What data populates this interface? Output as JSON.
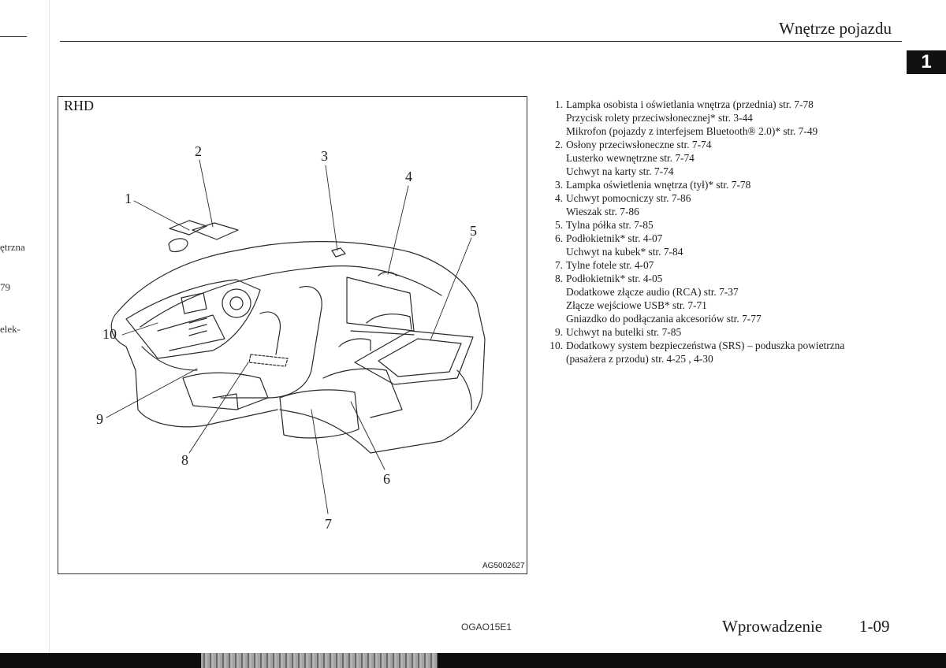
{
  "previous_page": {
    "fragments": [
      "ętrzna",
      "79",
      "elek-"
    ]
  },
  "header": {
    "title": "Wnętrze pojazdu"
  },
  "chapter_tab": "1",
  "figure": {
    "region_label": "RHD",
    "code": "AG5002627",
    "callouts": [
      "1",
      "2",
      "3",
      "4",
      "5",
      "6",
      "7",
      "8",
      "9",
      "10"
    ]
  },
  "legend": [
    {
      "num": "1.",
      "lines": [
        "Lampka osobista i oświetlania wnętrza (przednia) str. 7-78",
        "Przycisk rolety przeciwsłonecznej* str. 3-44",
        "Mikrofon (pojazdy z interfejsem Bluetooth® 2.0)* str. 7-49"
      ]
    },
    {
      "num": "2.",
      "lines": [
        "Osłony przeciwsłoneczne str. 7-74",
        "Lusterko wewnętrzne str. 7-74",
        "Uchwyt na karty str. 7-74"
      ]
    },
    {
      "num": "3.",
      "lines": [
        "Lampka oświetlenia wnętrza (tył)* str. 7-78"
      ]
    },
    {
      "num": "4.",
      "lines": [
        "Uchwyt pomocniczy str. 7-86",
        "Wieszak str. 7-86"
      ]
    },
    {
      "num": "5.",
      "lines": [
        "Tylna półka str. 7-85"
      ]
    },
    {
      "num": "6.",
      "lines": [
        "Podłokietnik* str. 4-07",
        "Uchwyt na kubek* str. 7-84"
      ]
    },
    {
      "num": "7.",
      "lines": [
        "Tylne fotele str. 4-07"
      ]
    },
    {
      "num": "8.",
      "lines": [
        "Podłokietnik* str. 4-05",
        "Dodatkowe złącze audio (RCA) str. 7-37",
        "Złącze wejściowe USB* str. 7-71",
        "Gniazdko do podłączania akcesoriów str. 7-77"
      ]
    },
    {
      "num": "9.",
      "lines": [
        "Uchwyt na butelki str. 7-85"
      ]
    },
    {
      "num": "10.",
      "lines": [
        "Dodatkowy system bezpieczeństwa (SRS) – poduszka powietrzna",
        "(pasażera z przodu) str. 4-25 , 4-30"
      ]
    }
  ],
  "footer": {
    "doc_code": "OGAO15E1",
    "section": "Wprowadzenie",
    "page_number": "1-09"
  }
}
